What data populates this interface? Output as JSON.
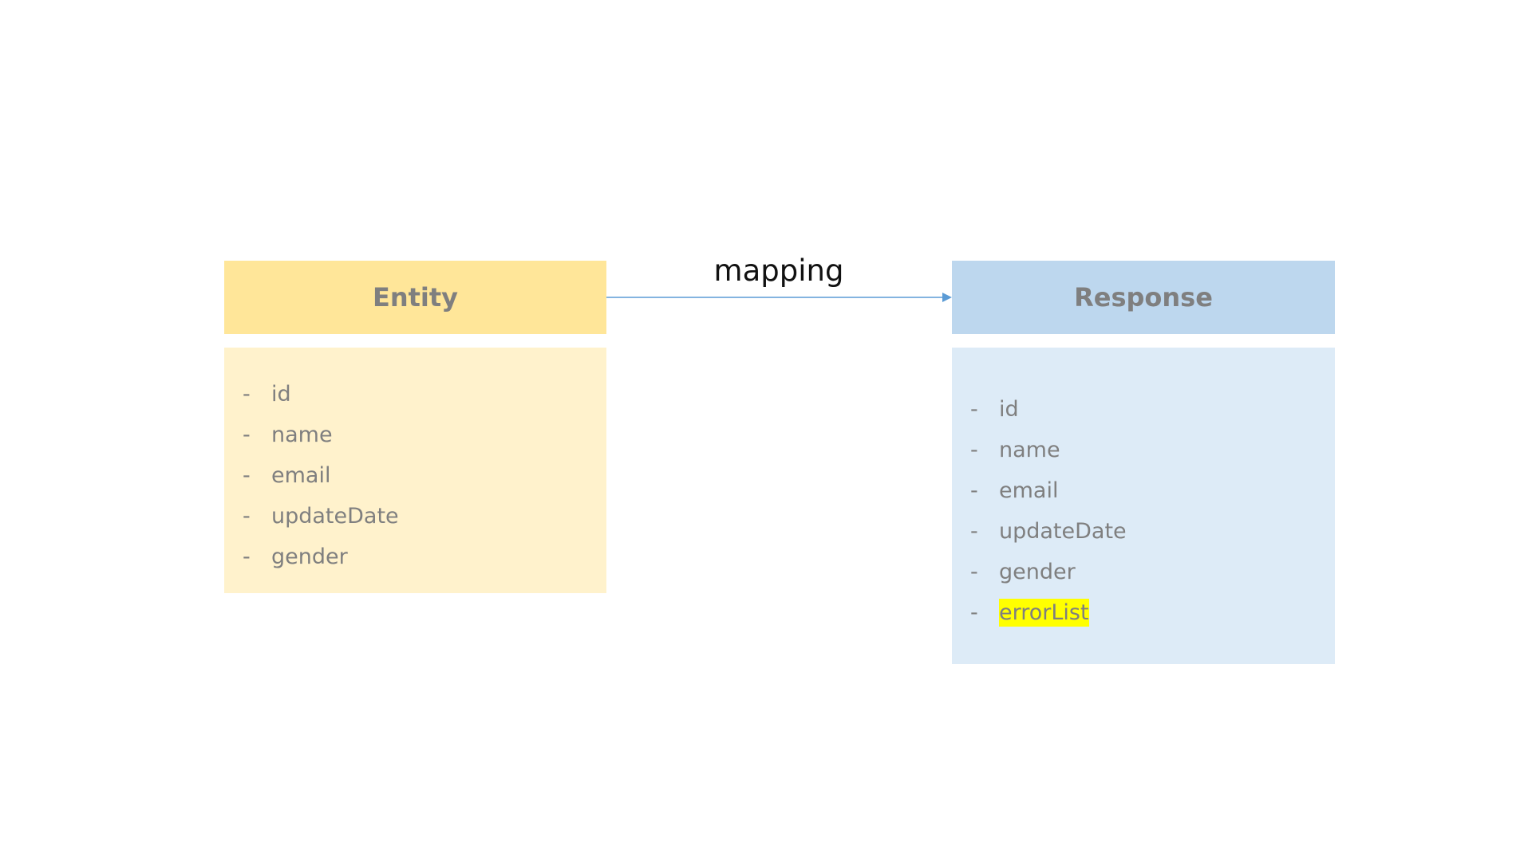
{
  "entity": {
    "title": "Entity",
    "dash": "-",
    "fields": [
      "id",
      "name",
      "email",
      "updateDate",
      "gender"
    ]
  },
  "response": {
    "title": "Response",
    "dash": "-",
    "fields": [
      "id",
      "name",
      "email",
      "updateDate",
      "gender",
      "errorList"
    ],
    "highlighted_field": "errorList"
  },
  "connector": {
    "label": "mapping"
  },
  "colors": {
    "entity_header": "#ffe699",
    "entity_body": "#fff2cc",
    "response_header": "#bdd7ee",
    "response_body": "#ddebf7",
    "arrow": "#5b9bd5",
    "highlight": "#ffff00"
  }
}
